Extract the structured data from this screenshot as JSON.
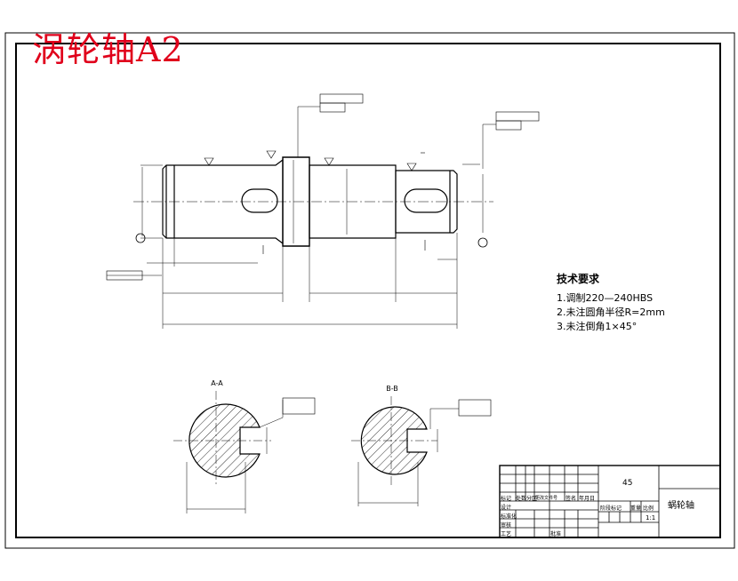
{
  "drawing": {
    "title": "涡轮轴A2",
    "part_name": "蜗轮轴",
    "material": "45",
    "scale": "1:1"
  },
  "tech_requirements": {
    "heading": "技术要求",
    "items": [
      "1.调制220—240HBS",
      "2.未注圆角半径R=2mm",
      "3.未注倒角1×45°"
    ]
  },
  "sections": {
    "a": "A-A",
    "b": "B-B"
  },
  "title_block": {
    "row_header": [
      "标记",
      "处数",
      "分区",
      "更改文件号",
      "签名",
      "年月日"
    ],
    "roles": [
      "设计",
      "审核",
      "工艺"
    ],
    "std_label": "标准化",
    "approve_label": "批准",
    "stage_labels": [
      "阶段标记",
      "重量",
      "比例"
    ]
  },
  "colors": {
    "title": "#e0001b",
    "line": "#000000"
  }
}
